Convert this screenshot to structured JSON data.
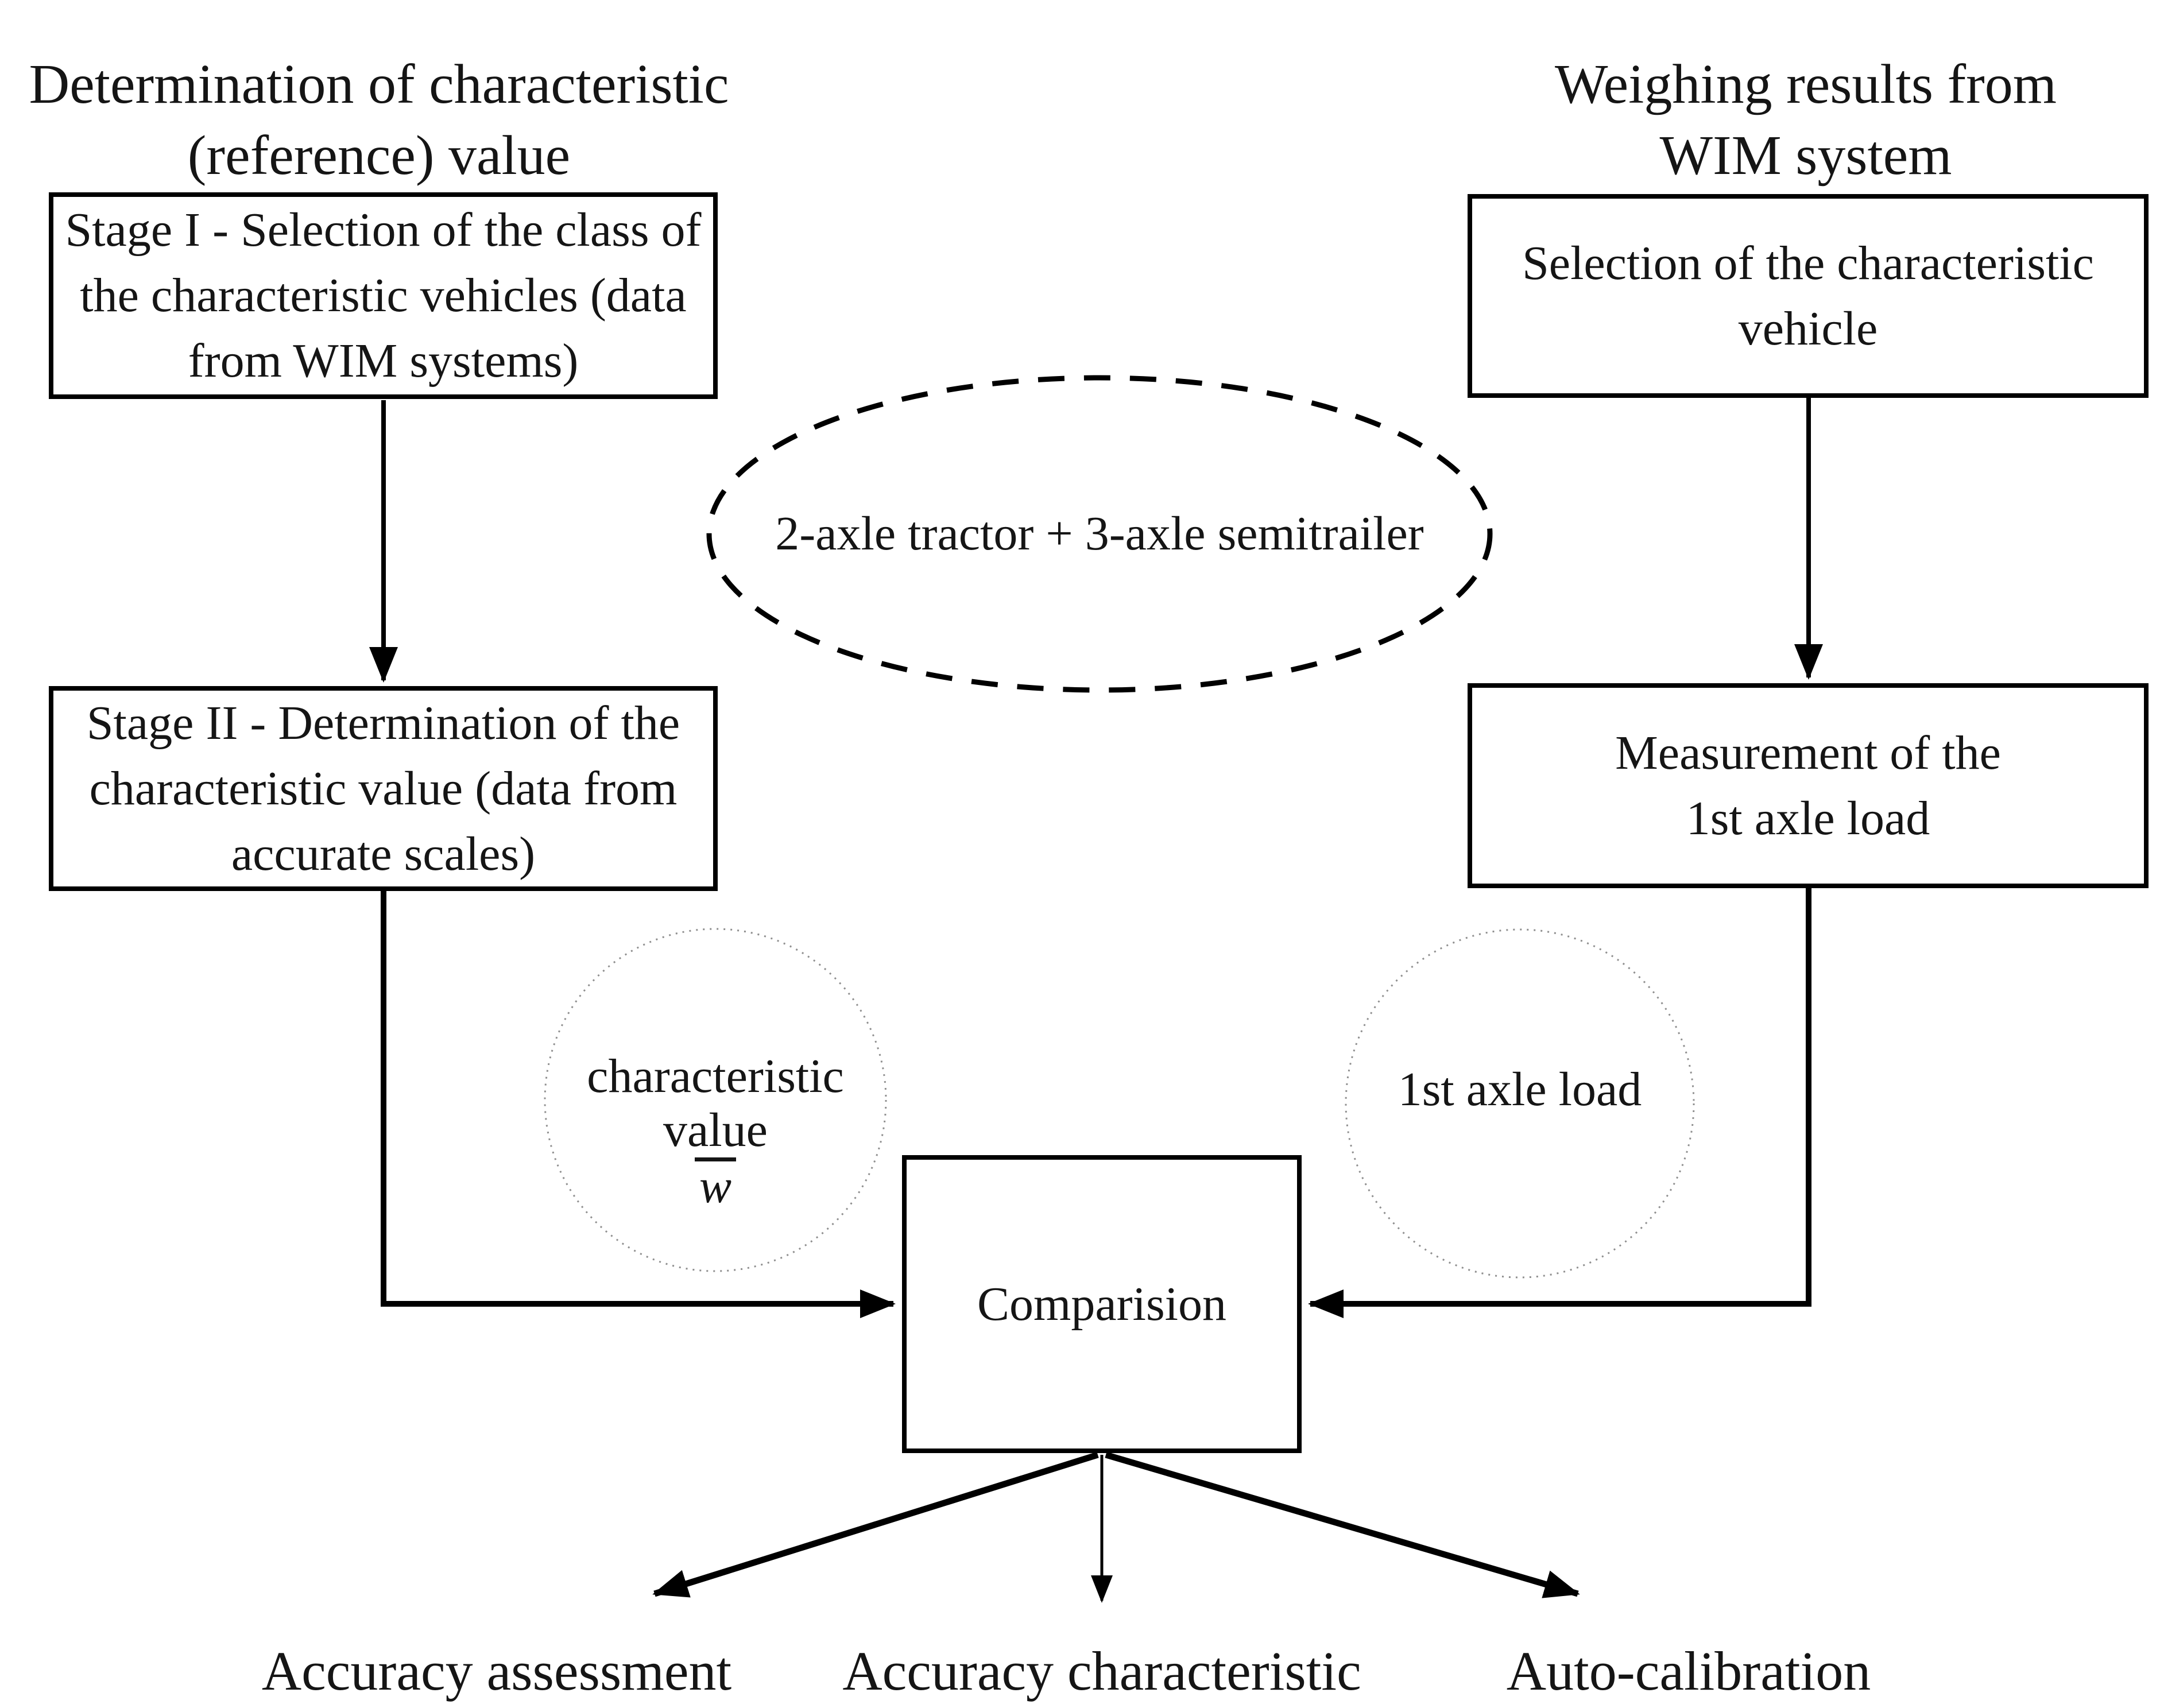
{
  "figure": {
    "background": "#ffffff",
    "stroke_color": "#000000",
    "text_color": "#151515",
    "dotted_color": "#8f8f8f"
  },
  "headings": {
    "left": {
      "lines": [
        "Determination of characteristic",
        "(reference) value"
      ]
    },
    "right": {
      "lines": [
        "Weighing results from",
        "WIM system"
      ]
    }
  },
  "boxes": {
    "stage1": {
      "lines": [
        "Stage I - Selection of the class of",
        "the characteristic vehicles (data",
        "from WIM systems)"
      ]
    },
    "selection": {
      "lines": [
        "Selection of the characteristic",
        "vehicle"
      ]
    },
    "stage2": {
      "lines": [
        "Stage II - Determination of the",
        "characteristic value (data from",
        "accurate scales)"
      ]
    },
    "measurement": {
      "lines": [
        "Measurement of the",
        "1st axle load"
      ]
    },
    "comparison": {
      "label": "Comparision"
    }
  },
  "callouts": {
    "vehicle_class": {
      "label": "2-axle tractor + 3-axle semitrailer"
    },
    "characteristic_value": {
      "lines": [
        "characteristic",
        "value"
      ],
      "symbol": "w"
    },
    "first_axle_load": {
      "label": "1st axle load"
    }
  },
  "outputs": {
    "assessment": {
      "label": "Accuracy assessment"
    },
    "characteristic": {
      "label": "Accuracy characteristic"
    },
    "autocalibration": {
      "label": "Auto-calibration"
    }
  }
}
